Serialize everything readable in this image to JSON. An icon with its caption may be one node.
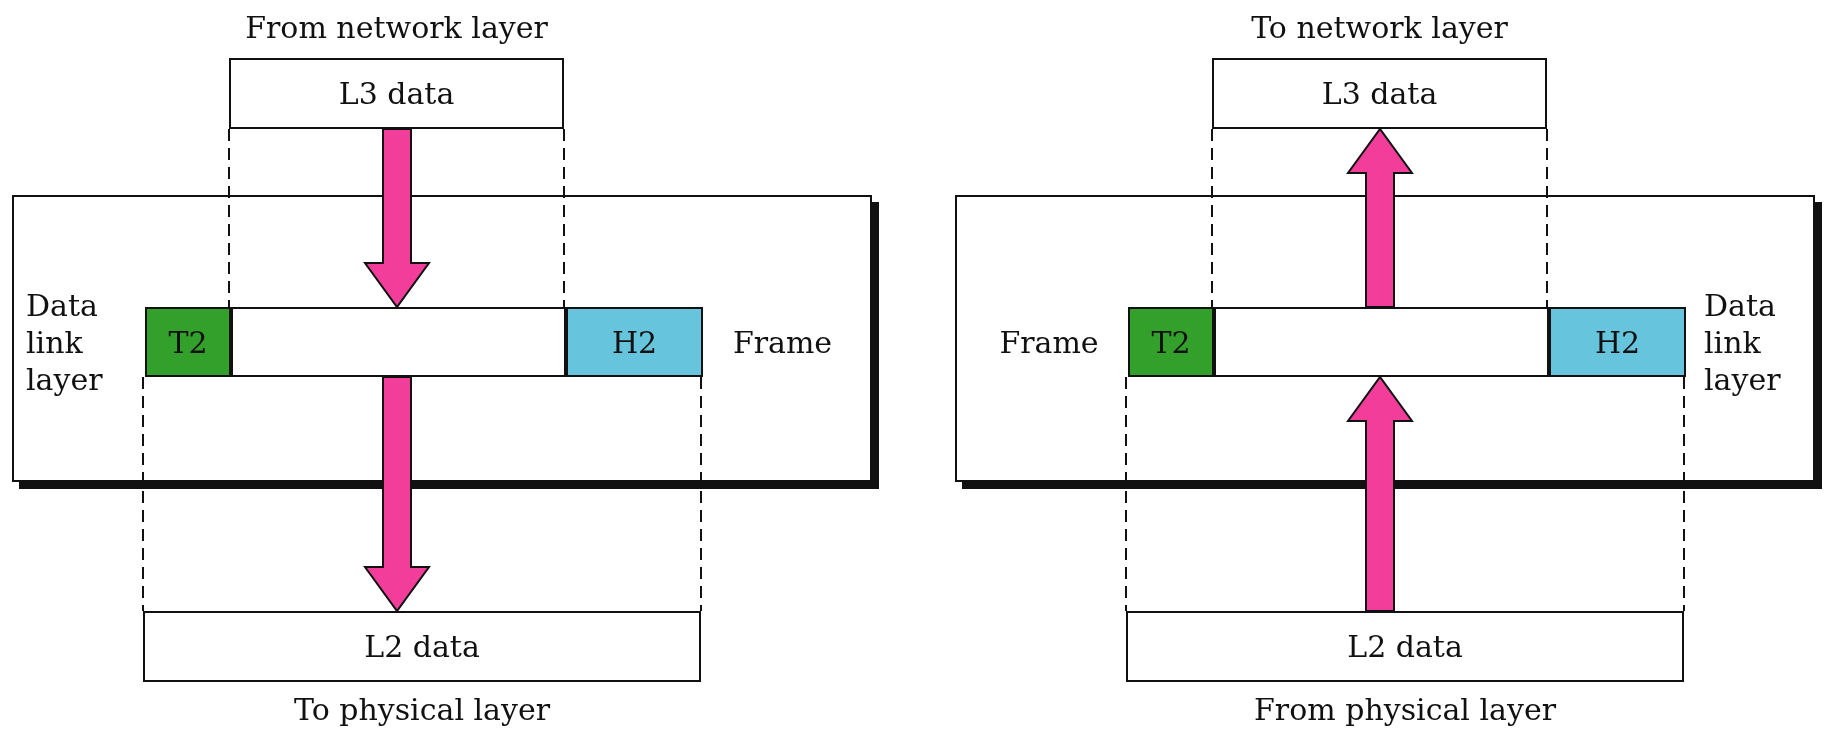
{
  "diagram": {
    "nodes": [
      {
        "text": [
          "L3 data"
        ],
        "beside": [
          "From network layer"
        ]
      },
      {
        "text": [
          "Data link layer"
        ]
      },
      {
        "text": [
          "Frame"
        ],
        "in": 1
      },
      {
        "text": [
          "T2"
        ],
        "in": 2
      },
      {
        "text": [],
        "shape": "box",
        "in": 2
      },
      {
        "text": [
          "H2"
        ],
        "in": 2
      },
      {
        "text": [
          "L2 data"
        ],
        "beside": [
          "To physical layer"
        ]
      },
      {
        "text": [
          "L3 data"
        ],
        "beside": [
          "To network layer"
        ]
      },
      {
        "text": [
          "Data link layer"
        ]
      },
      {
        "text": [
          "Frame"
        ],
        "in": 8
      },
      {
        "text": [
          "T2"
        ],
        "in": 9
      },
      {
        "text": [],
        "shape": "box",
        "in": 9
      },
      {
        "text": [
          "H2"
        ],
        "in": 9
      },
      {
        "text": [
          "L2 data"
        ],
        "beside": [
          "From physical layer"
        ]
      }
    ],
    "edges": [
      {
        "from": 0,
        "to": 2,
        "arrow": "to",
        "style": "thick",
        "color": "#f23d9b"
      },
      {
        "from": 2,
        "to": 6,
        "arrow": "to",
        "style": "thick",
        "color": "#f23d9b"
      },
      {
        "from": 0,
        "to": 4,
        "arrow": "none",
        "style": "dashed"
      },
      {
        "from": 0,
        "to": 4,
        "arrow": "none",
        "style": "dashed"
      },
      {
        "from": 2,
        "to": 6,
        "arrow": "none",
        "style": "dashed"
      },
      {
        "from": 2,
        "to": 6,
        "arrow": "none",
        "style": "dashed"
      },
      {
        "from": 13,
        "to": 9,
        "arrow": "to",
        "style": "thick",
        "color": "#f23d9b"
      },
      {
        "from": 9,
        "to": 7,
        "arrow": "to",
        "style": "thick",
        "color": "#f23d9b"
      },
      {
        "from": 7,
        "to": 11,
        "arrow": "none",
        "style": "dashed"
      },
      {
        "from": 7,
        "to": 11,
        "arrow": "none",
        "style": "dashed"
      },
      {
        "from": 9,
        "to": 13,
        "arrow": "none",
        "style": "dashed"
      },
      {
        "from": 9,
        "to": 13,
        "arrow": "none",
        "style": "dashed"
      }
    ]
  }
}
